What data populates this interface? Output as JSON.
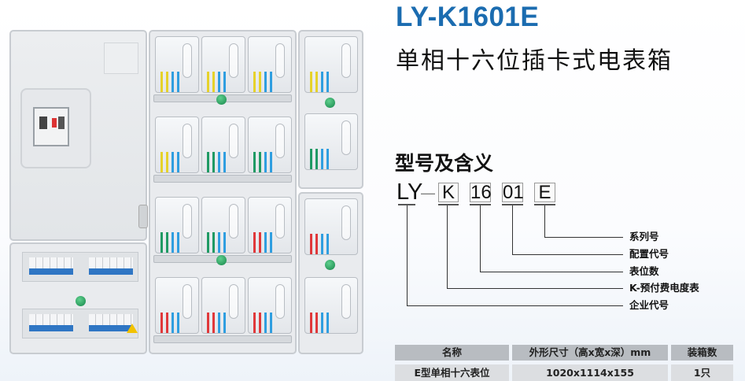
{
  "header": {
    "model": "LY-K1601E",
    "product_name": "单相十六位插卡式电表箱"
  },
  "model_meaning": {
    "section_title": "型号及含义",
    "prefix": "LY",
    "separator": "—",
    "segments": [
      "K",
      "16",
      "01",
      "E"
    ],
    "labels": [
      "系列号",
      "配置代号",
      "表位数",
      "K-预付费电度表",
      "企业代号"
    ]
  },
  "spec_table": {
    "headers": [
      "名称",
      "外形尺寸（高x宽x深）mm",
      "装箱数"
    ],
    "rows": [
      [
        "E型单相十六表位",
        "1020x1114x155",
        "1只"
      ]
    ]
  },
  "colors": {
    "title": "#1b6cb0",
    "wire_yellow": "#e6d22a",
    "wire_blue": "#2f9ee0",
    "wire_green": "#1f9a64",
    "wire_red": "#e0383a"
  }
}
